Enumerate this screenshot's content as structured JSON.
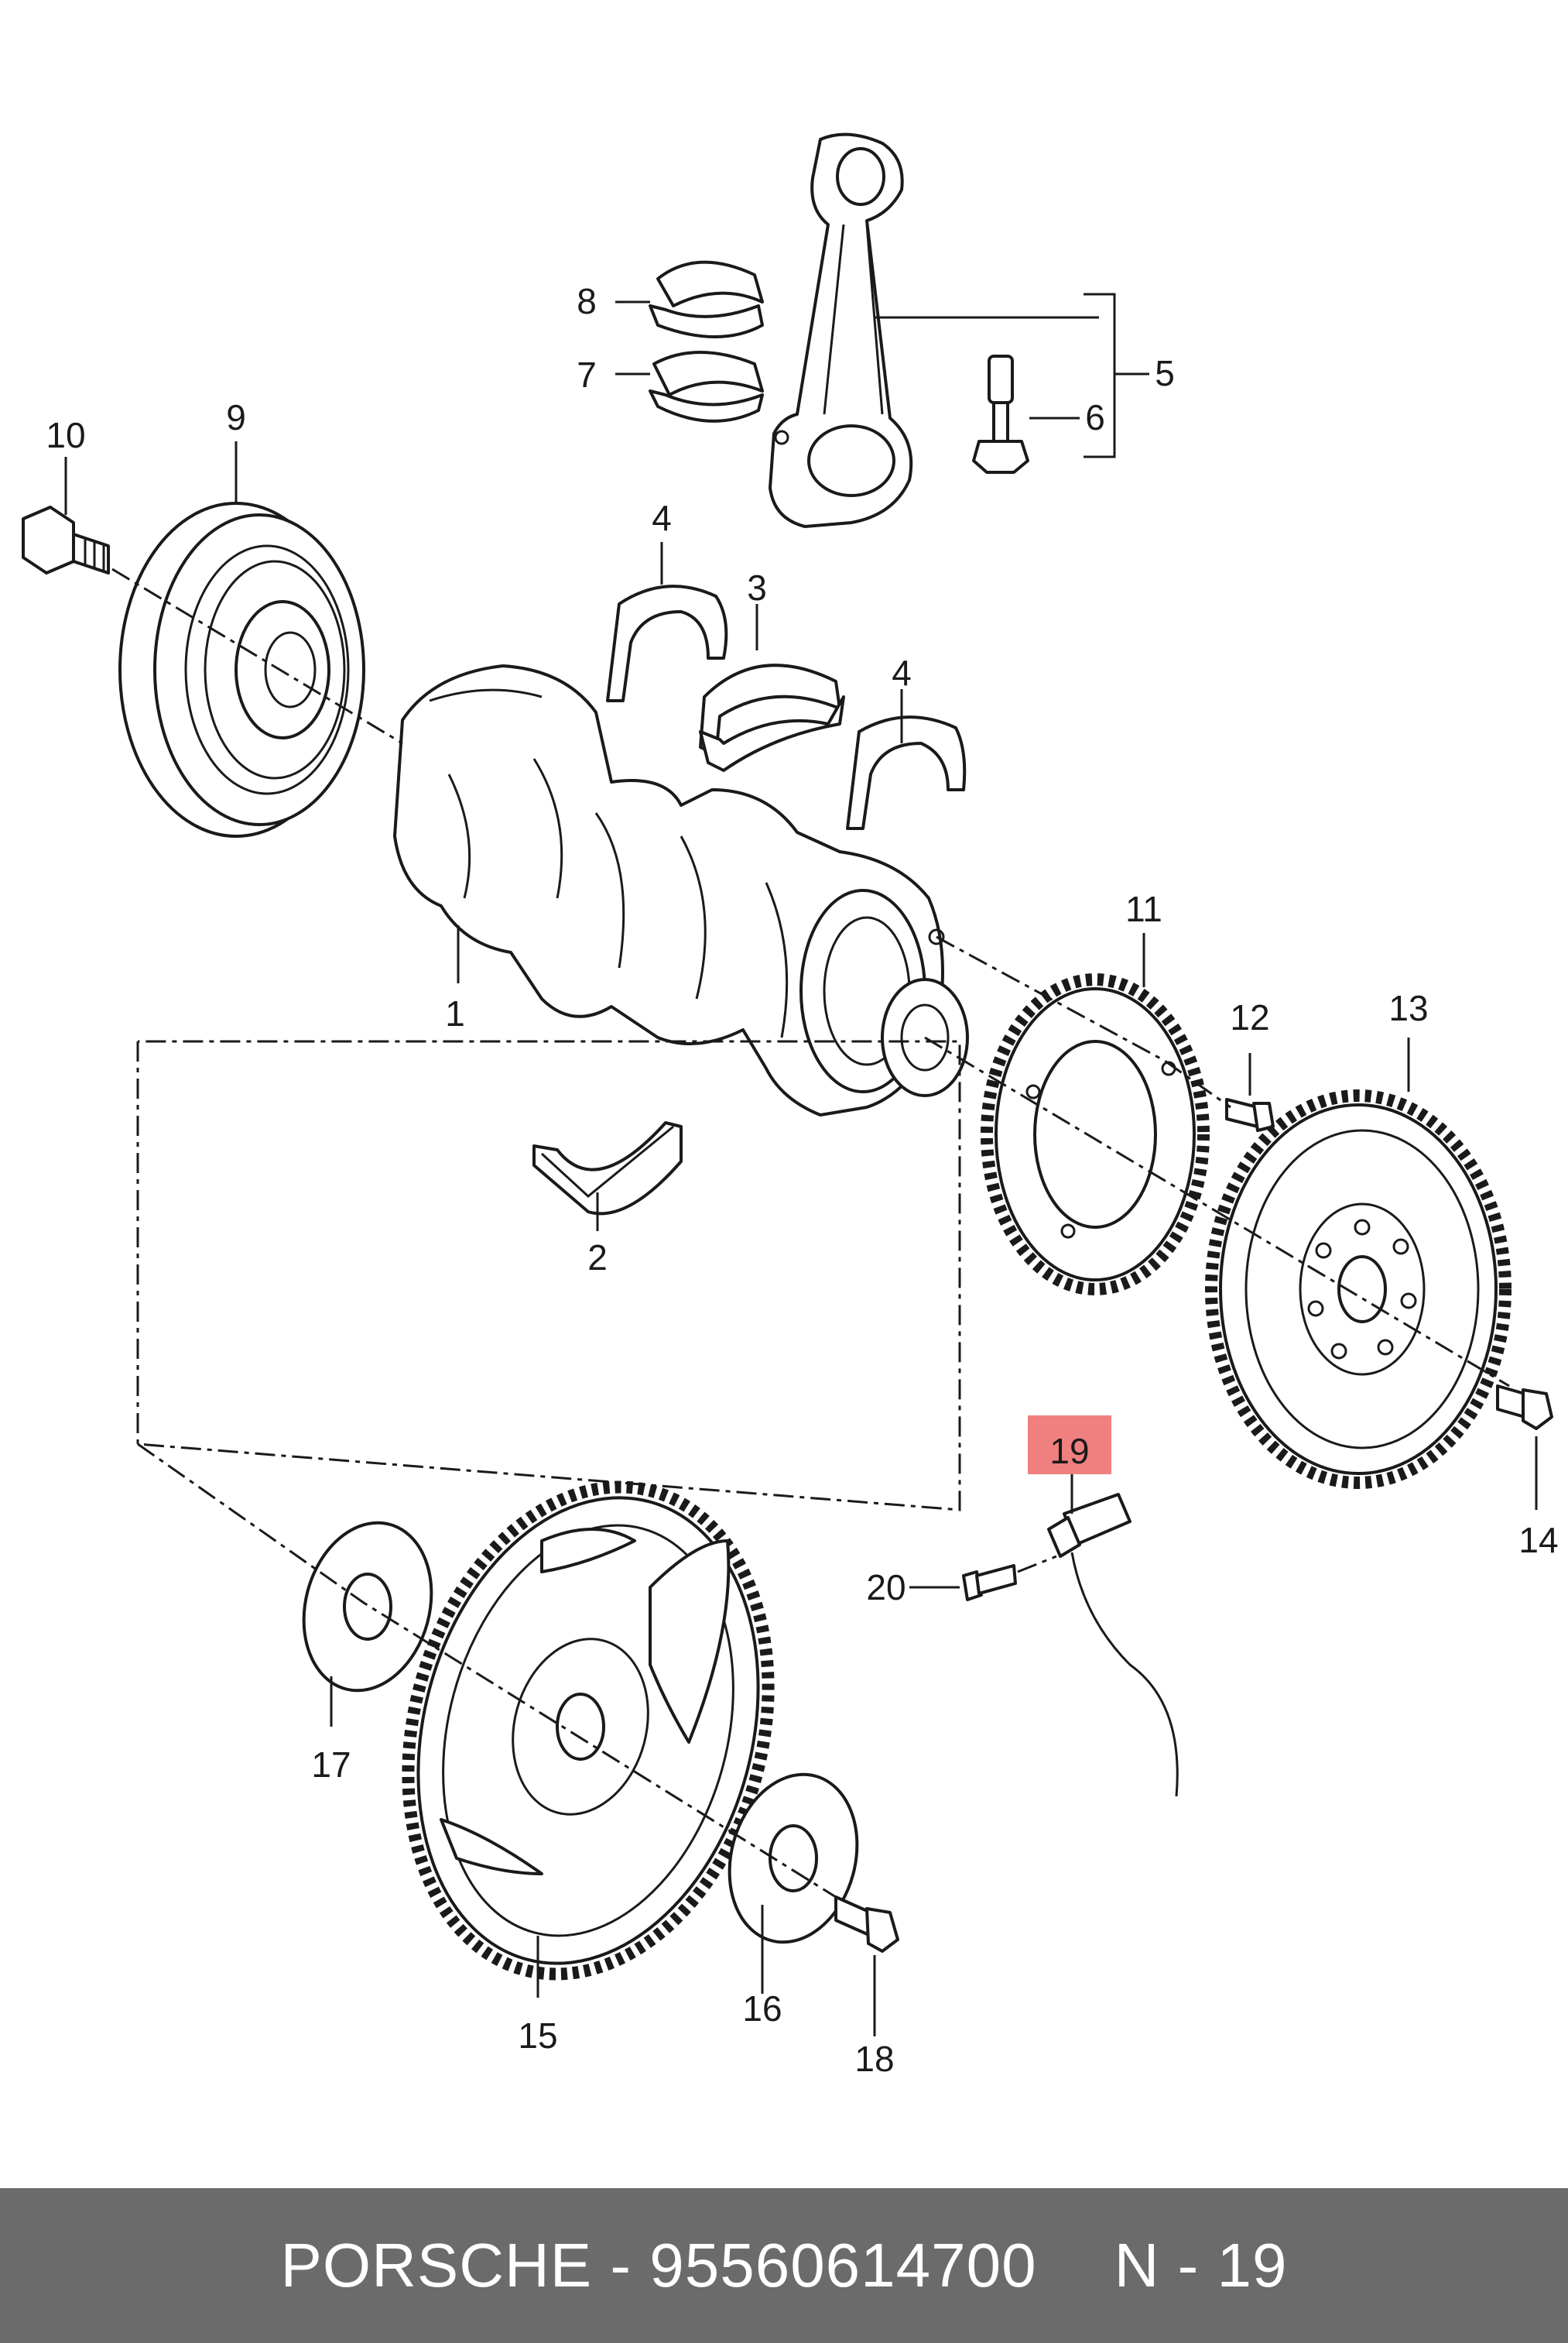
{
  "diagram": {
    "labels": {
      "p1": "1",
      "p2": "2",
      "p3": "3",
      "p4a": "4",
      "p4b": "4",
      "p5": "5",
      "p6": "6",
      "p7": "7",
      "p8": "8",
      "p9": "9",
      "p10": "10",
      "p11": "11",
      "p12": "12",
      "p13": "13",
      "p14": "14",
      "p15": "15",
      "p16": "16",
      "p17": "17",
      "p18": "18",
      "p19": "19",
      "p20": "20"
    },
    "highlight_color": "#f08080"
  },
  "footer": {
    "brand": "PORSCHE",
    "separator": "-",
    "part_number": "95560614700",
    "reference": "N - 19"
  },
  "colors": {
    "footer_bg": "#6b6b6b",
    "footer_text": "#ffffff",
    "line": "#1a1a1a"
  }
}
